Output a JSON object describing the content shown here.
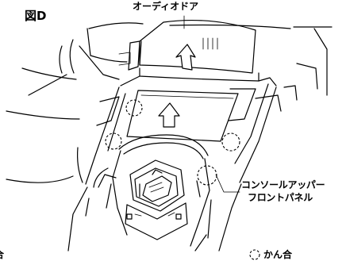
{
  "figure": {
    "label": "図D",
    "callouts": {
      "audio_door": "オーディオドア",
      "panel_line1": "コンソールアッパー",
      "panel_line2": "フロントパネル"
    },
    "legend": {
      "symbol": "dashed-circle",
      "text": "かん合"
    },
    "cut_off_text": "合"
  }
}
